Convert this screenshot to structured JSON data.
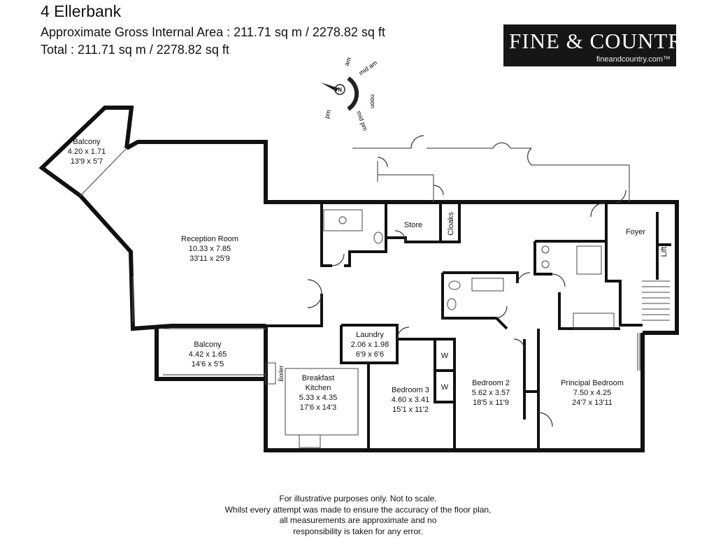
{
  "header": {
    "title": "4 Ellerbank",
    "gross_area": "Approximate Gross Internal Area : 211.71 sq m / 2278.82 sq ft",
    "total_area": "Total : 211.71 sq m / 2278.82 sq ft"
  },
  "logo": {
    "brand_text": "FINE & COUNTRY",
    "url": "fineandcountry.com™"
  },
  "compass": {
    "north": "N",
    "labels": [
      "am",
      "mid am",
      "noon",
      "mid pm",
      "pm"
    ]
  },
  "rooms": {
    "balcony_top": {
      "name": "Balcony",
      "metric": "4.20 x 1.71",
      "imperial": "13'9 x 5'7"
    },
    "reception": {
      "name": "Reception Room",
      "metric": "10.33 x 7.85",
      "imperial": "33'11 x 25'9"
    },
    "store": {
      "name": "Store"
    },
    "cloaks": {
      "name": "Cloaks"
    },
    "foyer": {
      "name": "Foyer"
    },
    "lift": {
      "name": "Lift"
    },
    "balcony_bottom": {
      "name": "Balcony",
      "metric": "4.42 x 1.65",
      "imperial": "14'6 x 5'5"
    },
    "boiler": {
      "name": "Boiler"
    },
    "kitchen": {
      "name_line1": "Breakfast",
      "name_line2": "Kitchen",
      "metric": "5.33 x 4.35",
      "imperial": "17'6 x 14'3"
    },
    "laundry": {
      "name": "Laundry",
      "metric": "2.06 x 1.98",
      "imperial": "6'9 x 6'6"
    },
    "bedroom3": {
      "name": "Bedroom 3",
      "metric": "4.60 x 3.41",
      "imperial": "15'1 x 11'2"
    },
    "wardrobe_a": {
      "name": "W"
    },
    "wardrobe_b": {
      "name": "W"
    },
    "bedroom2": {
      "name": "Bedroom 2",
      "metric": "5.62 x 3.57",
      "imperial": "18'5 x 11'9"
    },
    "principal": {
      "name": "Principal Bedroom",
      "metric": "7.50 x 4.25",
      "imperial": "24'7 x 13'11"
    }
  },
  "footer": {
    "line1": "For illustrative purposes only. Not to scale.",
    "line2": "Whilst every attempt was made to ensure the accuracy of the floor plan,",
    "line3": "all measurements are approximate and no",
    "line4": "responsibility is taken for any error."
  }
}
